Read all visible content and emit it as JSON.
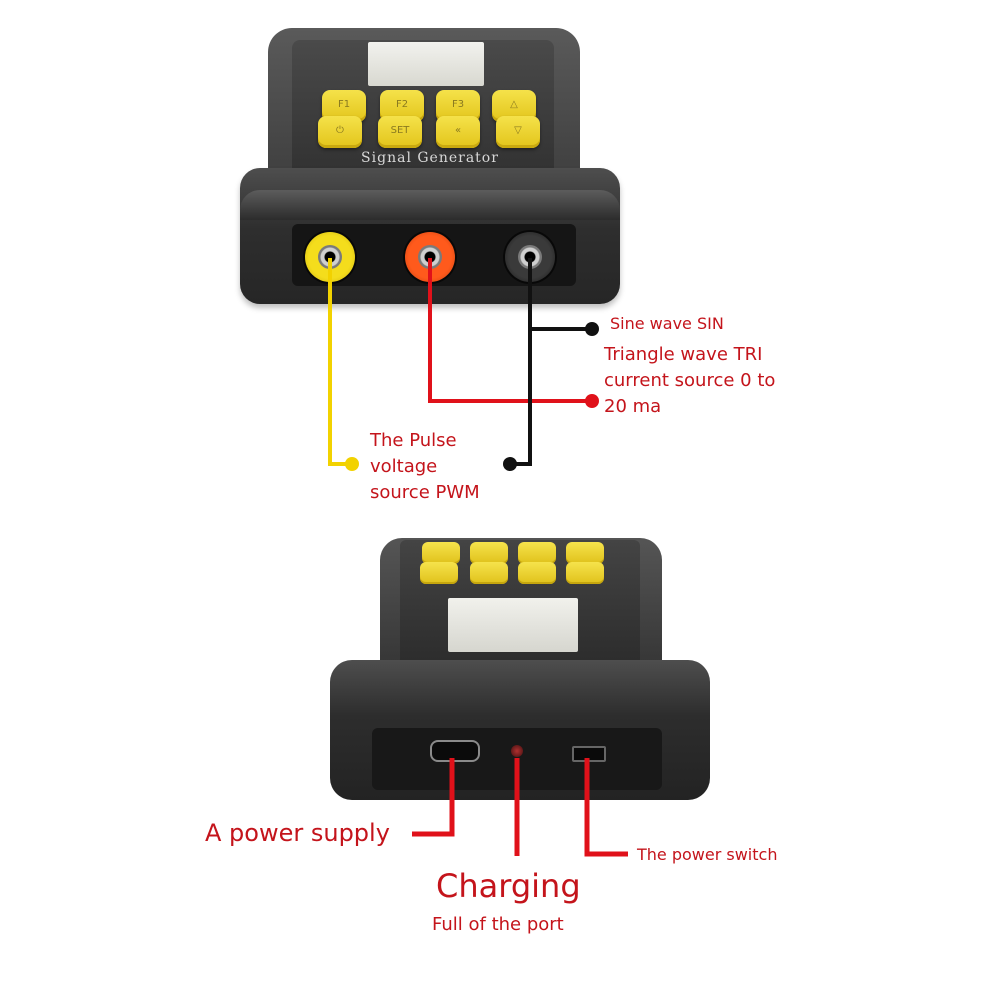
{
  "top_device": {
    "title": "Signal Generator",
    "keys": [
      "F1",
      "F2",
      "F3",
      "△",
      "⏻",
      "SET",
      "«",
      "▽"
    ]
  },
  "top_labels": {
    "sine": "Sine wave SIN",
    "triangle": "Triangle wave TRI",
    "current_line1": "current source 0 to",
    "current_line2": "20 ma",
    "pulse_line1": "The Pulse",
    "pulse_line2": "voltage",
    "pulse_line3": "source PWM"
  },
  "bottom_labels": {
    "power_supply": "A power supply",
    "power_switch": "The power switch",
    "charging": "Charging",
    "charging_sub": "Full of the port"
  },
  "colors": {
    "label_red": "#c4141b",
    "wire_yellow": "#f2d200",
    "wire_red": "#e0111a",
    "wire_black": "#111111",
    "key_yellow": "#f0d832",
    "device_gray": "#3a3a3a"
  },
  "icons": {
    "power_key": "power-icon",
    "up_key": "arrow-up-icon",
    "down_key": "arrow-down-icon",
    "back_key": "double-chevron-left-icon"
  }
}
